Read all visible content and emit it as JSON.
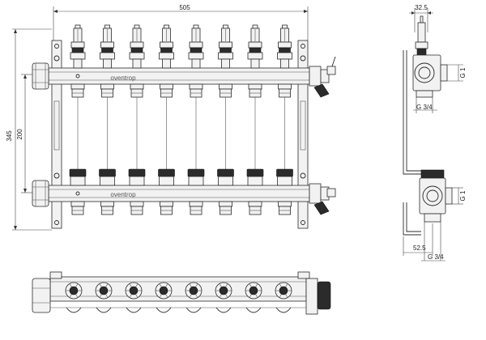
{
  "drawing": {
    "front_view": {
      "overall_width": "505",
      "overall_height": "345",
      "bar_spacing": "200",
      "brand_top": "oventrop",
      "brand_bottom": "oventrop",
      "circuit_count": 8
    },
    "side_view": {
      "top_offset": "32.5",
      "top_thread_side": "G 1",
      "top_thread_bottom": "G 3/4",
      "bottom_thread_side": "G 1",
      "bottom_offset": "52.5",
      "bottom_thread_bottom": "G 3/4"
    },
    "bottom_view": {
      "circuit_count": 8
    }
  }
}
